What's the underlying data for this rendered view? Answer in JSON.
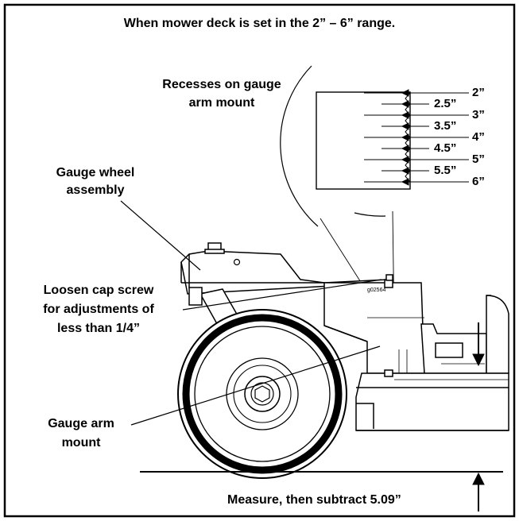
{
  "header": {
    "title": "When mower deck is set in the 2” – 6” range."
  },
  "labels": {
    "recesses_line1": "Recesses on gauge",
    "recesses_line2": "arm mount",
    "gauge_wheel_line1": "Gauge wheel",
    "gauge_wheel_line2": "assembly",
    "cap_screw_line1": "Loosen cap screw",
    "cap_screw_line2": "for adjustments of",
    "cap_screw_line3": "less than 1/4”",
    "gauge_arm_line1": "Gauge arm",
    "gauge_arm_line2": "mount",
    "measure": "Measure, then subtract 5.09”",
    "part_number": "g02564"
  },
  "heights": [
    "2”",
    "2.5”",
    "3”",
    "3.5”",
    "4”",
    "4.5”",
    "5”",
    "5.5”",
    "6”"
  ],
  "colors": {
    "line": "#000000",
    "background": "#ffffff"
  }
}
